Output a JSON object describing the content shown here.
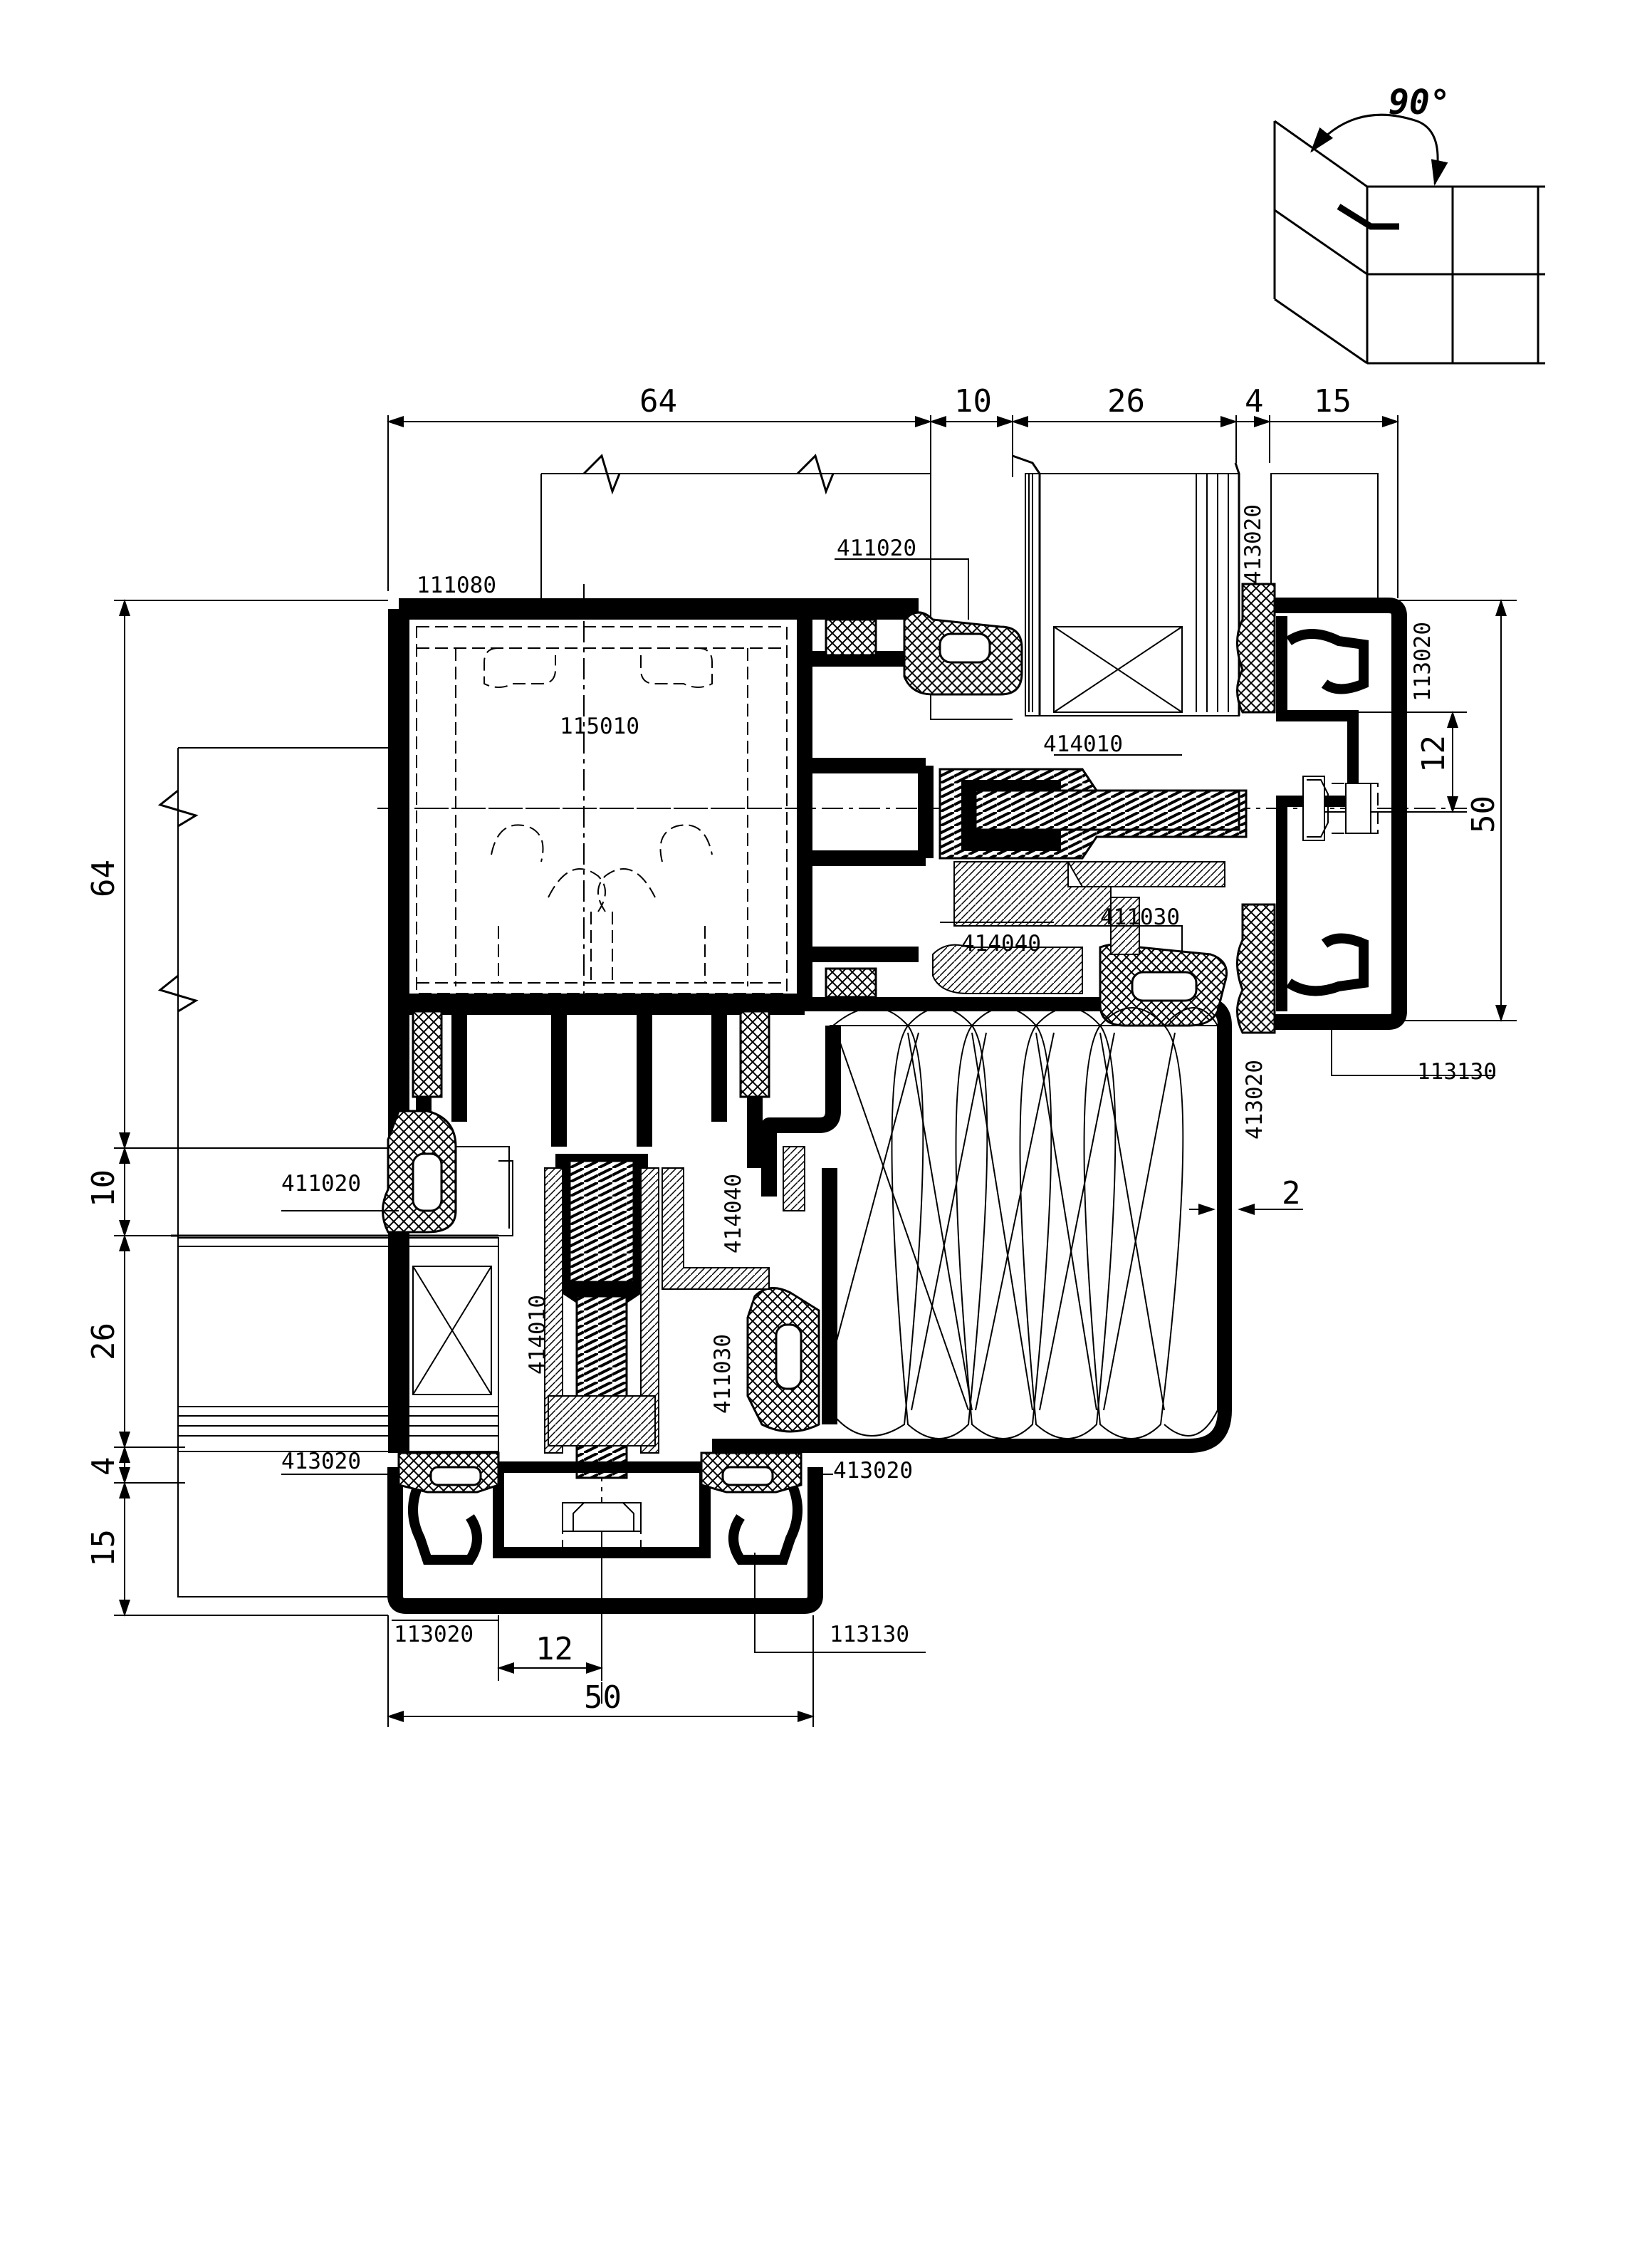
{
  "angle": {
    "label": "90°"
  },
  "top_dims": [
    "64",
    "10",
    "26",
    "4",
    "15"
  ],
  "left_dims": [
    "64",
    "10",
    "26",
    "4",
    "15"
  ],
  "right_dims": {
    "small": "12",
    "large": "50"
  },
  "bottom_dims": {
    "small": "12",
    "large": "50"
  },
  "thickness_dim": "2",
  "parts": {
    "p111080": "111080",
    "p115010": "115010",
    "p411020_top": "411020",
    "p413020_top_v": "413020",
    "p113020_right_v": "113020",
    "p414010_top": "414010",
    "p414040_top": "414040",
    "p411030_top": "411030",
    "p113130_right": "113130",
    "p413020_right_v": "413020",
    "p411020_left": "411020",
    "p414010_left_v": "414010",
    "p414040_left_v": "414040",
    "p411030_left_v": "411030",
    "p413020_bl": "413020",
    "p413020_br": "413020",
    "p113020_bottom": "113020",
    "p113130_bottom": "113130"
  }
}
